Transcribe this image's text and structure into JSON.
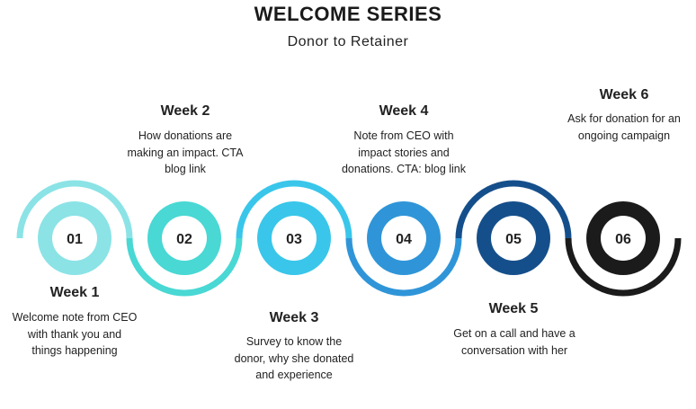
{
  "title": "WELCOME SERIES",
  "subtitle": "Donor to Retainer",
  "steps": [
    {
      "number": "01",
      "label": "Week 1",
      "description": "Welcome note from CEO with thank you and things happening",
      "color": "#8be3e6",
      "inner": "#8be3e6"
    },
    {
      "number": "02",
      "label": "Week 2",
      "description": "How donations are making an impact. CTA blog link",
      "color": "#49d8d4",
      "inner": "#5fe0dc"
    },
    {
      "number": "03",
      "label": "Week 3",
      "description": "Survey to know the donor, why she donated and experience",
      "color": "#39c6ea",
      "inner": "#3fcdf0"
    },
    {
      "number": "04",
      "label": "Week 4",
      "description": "Note from CEO with impact stories and donations. CTA: blog link",
      "color": "#2f95d8",
      "inner": "#3aa0e2"
    },
    {
      "number": "05",
      "label": "Week 5",
      "description": "Get on a call and have a conversation with her",
      "color": "#154f8b",
      "inner": "#1b5796"
    },
    {
      "number": "06",
      "label": "Week 6",
      "description": "Ask for donation for an ongoing campaign",
      "color": "#1b1b1b",
      "inner": "#1b1b1b"
    }
  ]
}
